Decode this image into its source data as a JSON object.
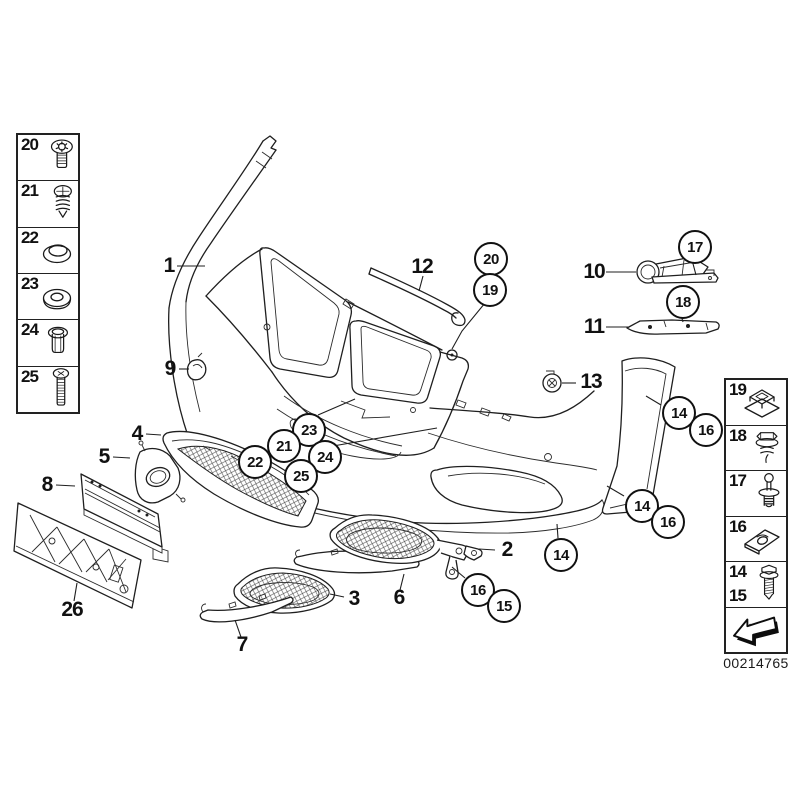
{
  "part_number_label": "00214765",
  "left_panel": {
    "items": [
      {
        "number": "20",
        "icon": "torx-screw-icon"
      },
      {
        "number": "21",
        "icon": "phillips-screw-icon"
      },
      {
        "number": "22",
        "icon": "grommet-icon"
      },
      {
        "number": "23",
        "icon": "washer-icon"
      },
      {
        "number": "24",
        "icon": "rivet-sleeve-icon"
      },
      {
        "number": "25",
        "icon": "long-screw-icon"
      }
    ]
  },
  "right_panel": {
    "items": [
      {
        "number": "19",
        "icon": "clip-nut-icon"
      },
      {
        "number": "18",
        "icon": "hex-flange-bolt-icon"
      },
      {
        "number": "17",
        "icon": "expansion-rivet-icon"
      },
      {
        "number": "16",
        "icon": "speed-nut-icon"
      },
      {
        "number_top": "14",
        "number_bottom": "15",
        "icon": "hex-screw-icon"
      },
      {
        "icon": "direction-arrow-icon"
      }
    ]
  },
  "callouts": {
    "circled": {
      "14": "14",
      "15": "15",
      "16": "16",
      "17": "17",
      "18": "18",
      "19": "19",
      "20": "20",
      "21": "21",
      "22": "22",
      "23": "23",
      "24": "24",
      "25": "25"
    },
    "plain": {
      "1": "1",
      "2": "2",
      "3": "3",
      "4": "4",
      "5": "5",
      "6": "6",
      "7": "7",
      "8": "8",
      "9": "9",
      "10": "10",
      "11": "11",
      "12": "12",
      "13": "13",
      "26": "26"
    }
  }
}
